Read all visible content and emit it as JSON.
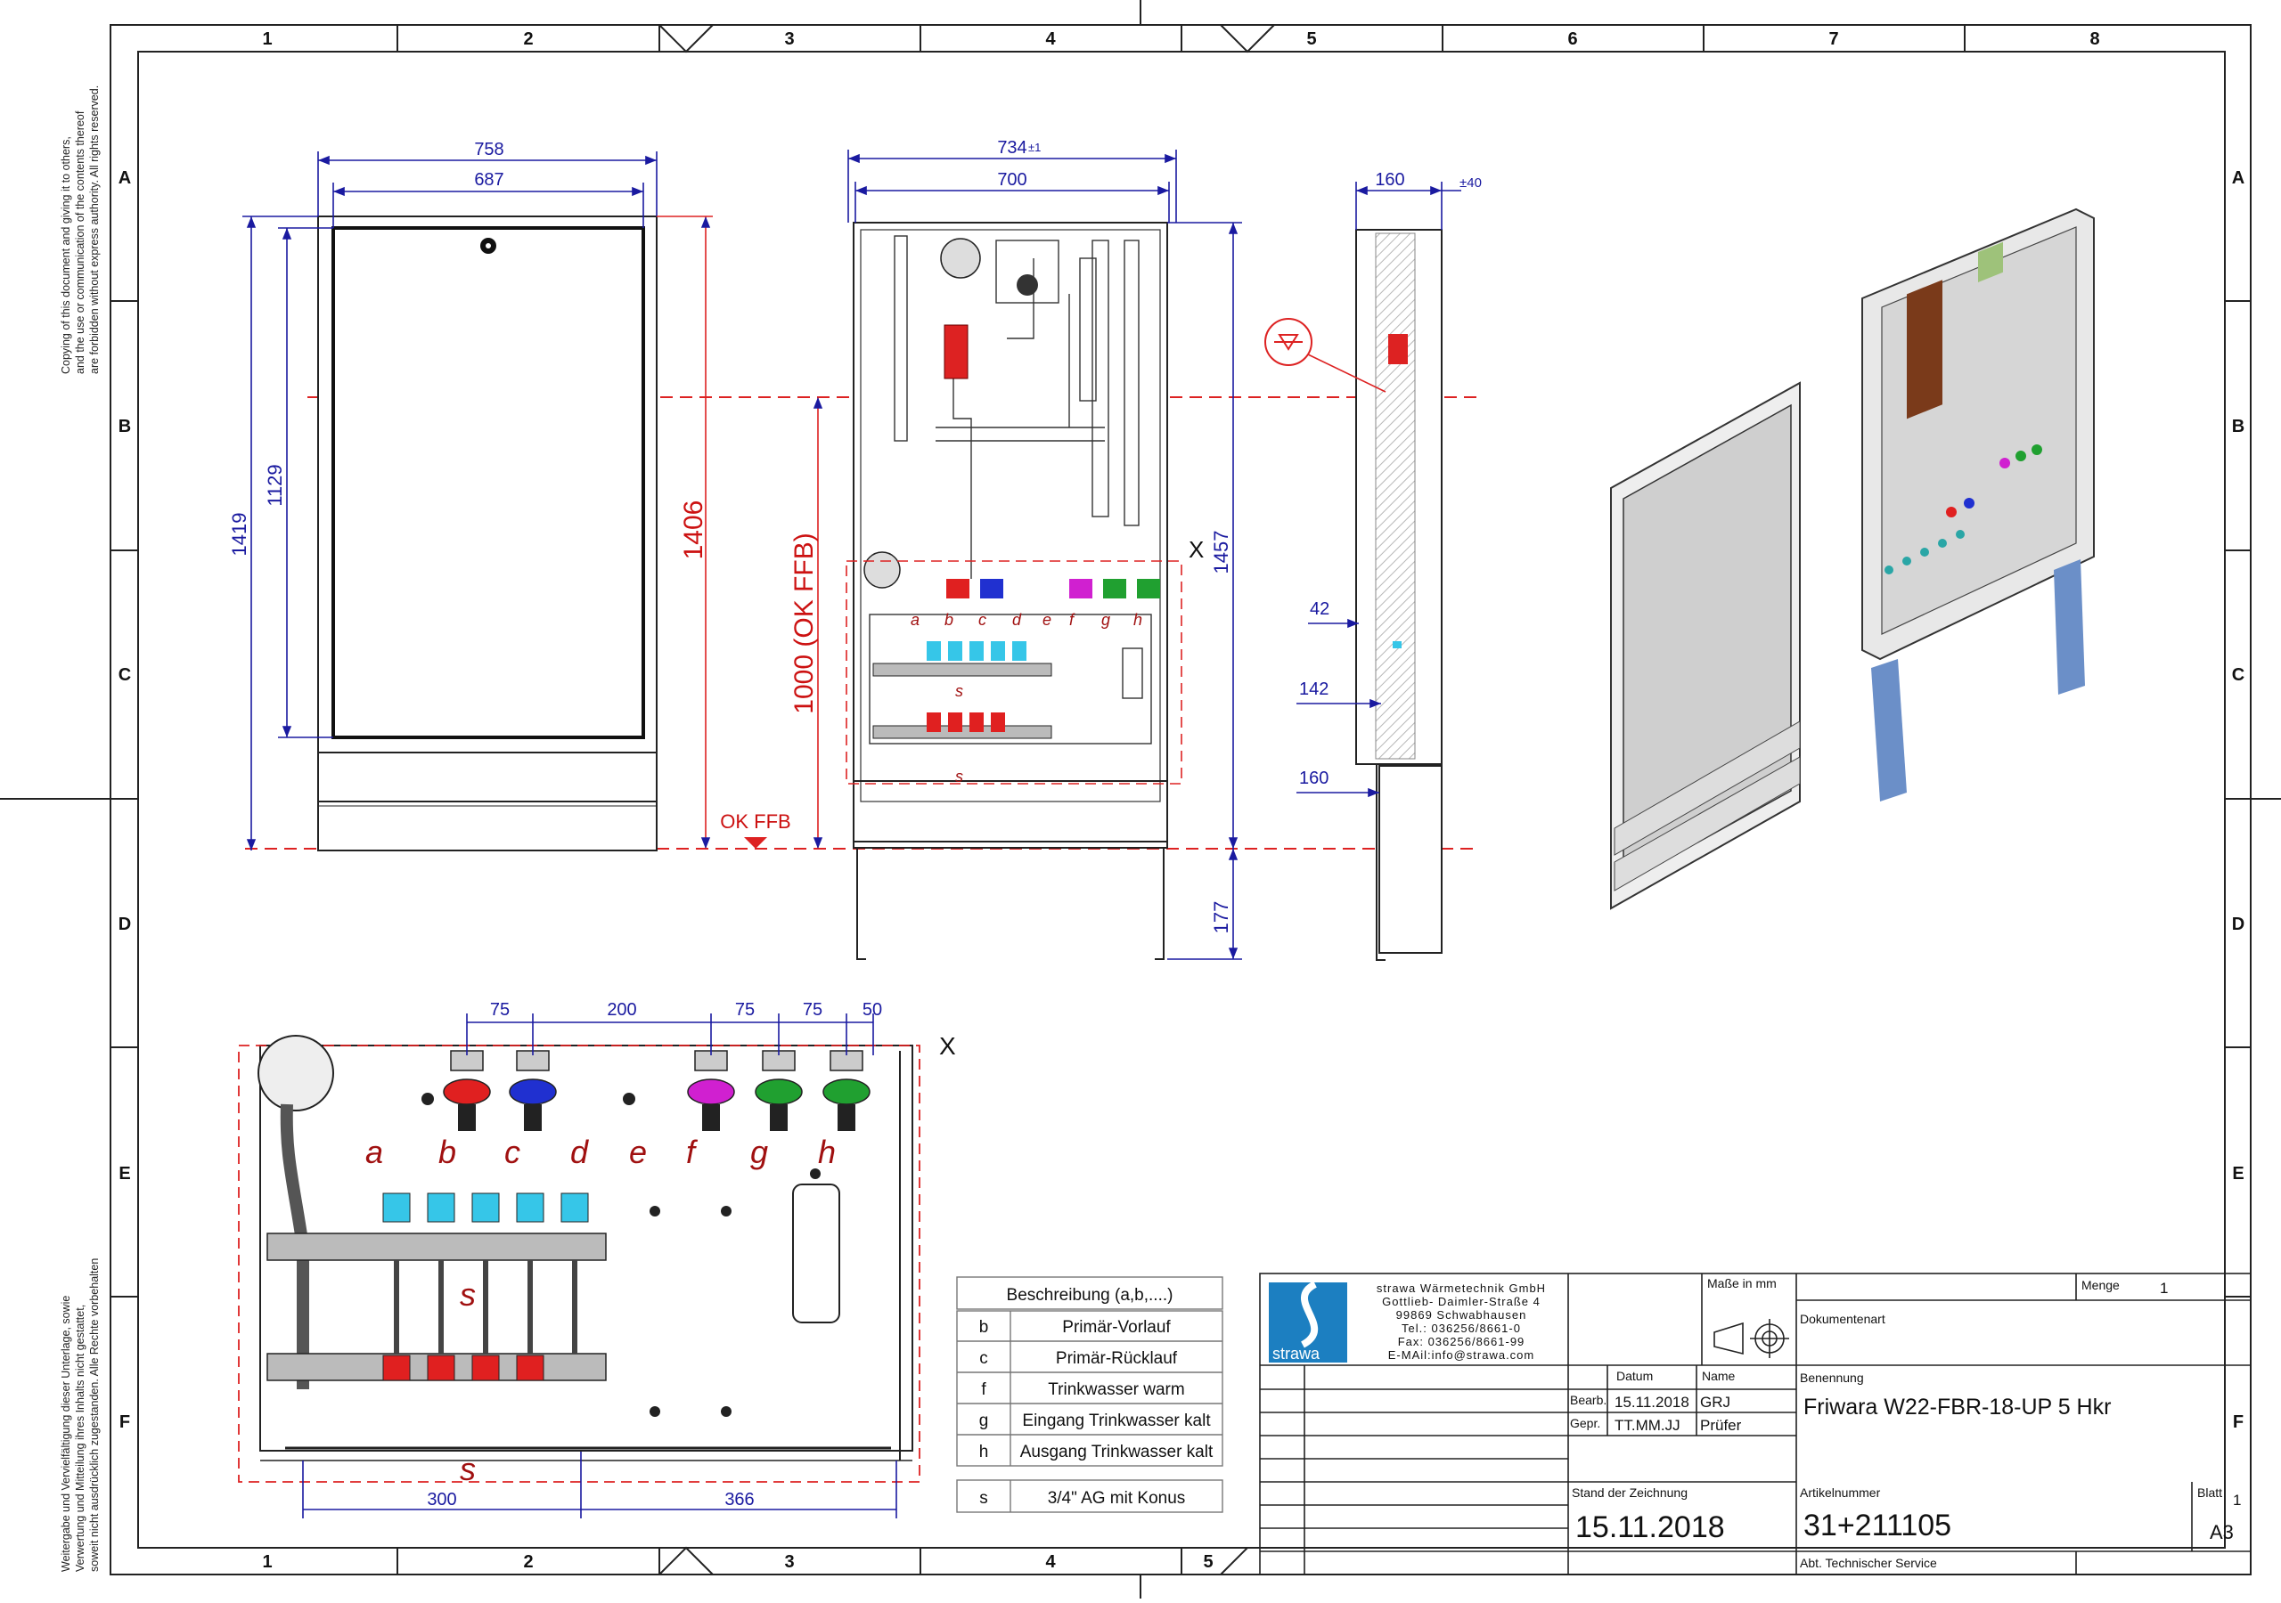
{
  "copyright_notice": [
    "Copying of this document and giving it to others,",
    "and the use or communication of the contents thereof",
    "are forbidden without express authority. All rights reserved."
  ],
  "copyright_notice_de": [
    "Weitergabe und Vervielfältigung dieser Unterlage, sowie",
    "Verwertung und Mitteilung ihres Inhalts nicht gestattet,",
    "soweit nicht ausdrücklich zugestanden. Alle Rechte vorbehalten"
  ],
  "grid": {
    "columns": [
      "1",
      "2",
      "3",
      "4",
      "5",
      "6",
      "7",
      "8"
    ],
    "bottom_columns": [
      "1",
      "2",
      "3",
      "4",
      "5"
    ],
    "rows": [
      "A",
      "B",
      "C",
      "D",
      "E",
      "F"
    ]
  },
  "front_view": {
    "outer_width": "758",
    "inner_width": "687",
    "outer_height": "1419",
    "inner_height": "1129",
    "door_height": "1406"
  },
  "open_view": {
    "width_total": "734",
    "width_tolerance": "±1",
    "width_inner": "700",
    "height_total": "1457",
    "floor_label": "1000 (OK FFB)",
    "base_height": "177",
    "ok_ffb": "OK FFB",
    "x_mark": "X",
    "port_letters": [
      "a",
      "b",
      "c",
      "d",
      "e",
      "f",
      "g",
      "h"
    ],
    "s_label": "s"
  },
  "side_view": {
    "depth": "160",
    "depth_tolerance": "±40",
    "d42": "42",
    "d142": "142",
    "d160": "160"
  },
  "detail_x": {
    "x_mark": "X",
    "top_dims": [
      "75",
      "200",
      "75",
      "75",
      "50"
    ],
    "bottom_dims": [
      "300",
      "366"
    ],
    "port_letters": [
      "a",
      "b",
      "c",
      "d",
      "e",
      "f",
      "g",
      "h"
    ],
    "s_label": "s"
  },
  "legend": {
    "header": "Beschreibung (a,b,....)",
    "rows": [
      {
        "key": "b",
        "desc": "Primär-Vorlauf"
      },
      {
        "key": "c",
        "desc": "Primär-Rücklauf"
      },
      {
        "key": "f",
        "desc": "Trinkwasser warm"
      },
      {
        "key": "g",
        "desc": "Eingang Trinkwasser kalt"
      },
      {
        "key": "h",
        "desc": "Ausgang Trinkwasser kalt"
      }
    ],
    "extra": {
      "key": "s",
      "desc": "3/4\" AG mit Konus"
    }
  },
  "title_block": {
    "company_lines": [
      "strawa Wärmetechnik GmbH",
      "Gottlieb- Daimler-Straße 4",
      "99869 Schwabhausen",
      "Tel.: 036256/8661-0",
      "Fax: 036256/8661-99",
      "E-MAil:info@strawa.com"
    ],
    "logo_text": "strawa",
    "masse_label": "Maße in mm",
    "menge_label": "Menge",
    "menge_value": "1",
    "dokumentenart_label": "Dokumentenart",
    "datum_label": "Datum",
    "name_label": "Name",
    "bearb_label": "Bearb.",
    "bearb_date": "15.11.2018",
    "bearb_name": "GRJ",
    "gepr_label": "Gepr.",
    "gepr_date": "TT.MM.JJ",
    "gepr_name": "Prüfer",
    "benennung_label": "Benennung",
    "benennung_value": "Friwara W22-FBR-18-UP 5 Hkr",
    "stand_label": "Stand der Zeichnung",
    "stand_value": "15.11.2018",
    "artikel_label": "Artikelnummer",
    "artikel_value": "31+211105",
    "blatt_label": "Blatt",
    "blatt_value": "1",
    "format_value": "A3",
    "abt_label": "Abt. Technischer Service"
  }
}
